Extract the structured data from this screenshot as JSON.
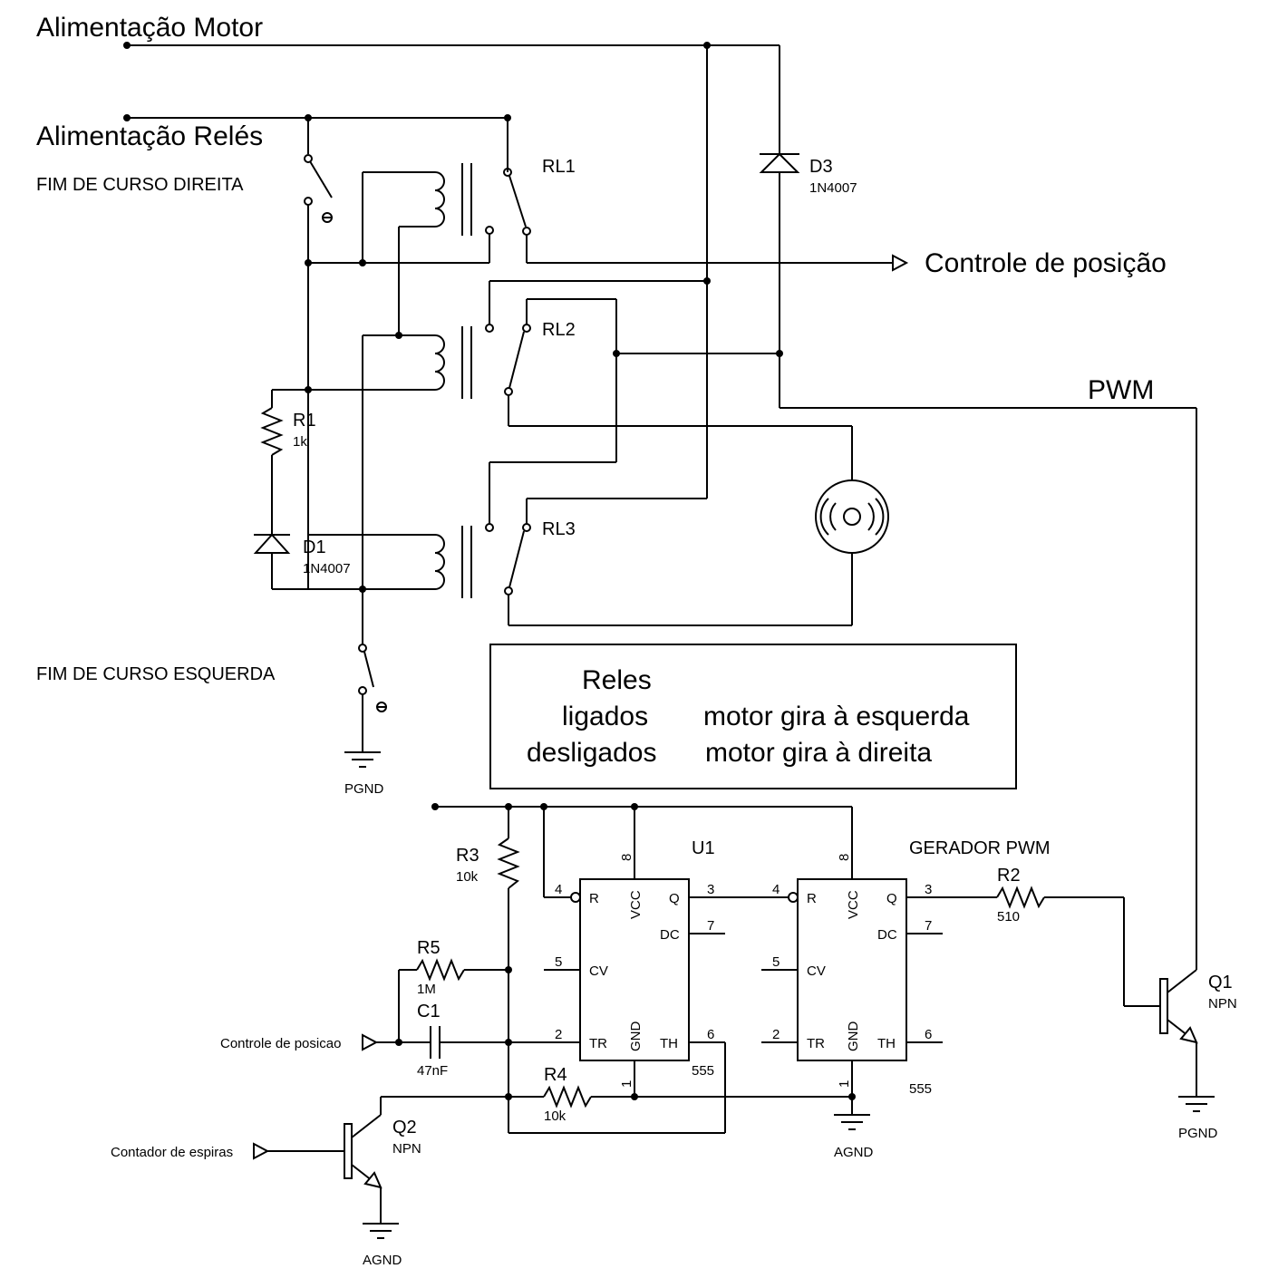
{
  "labels": {
    "motor_supply": "Alimentação Motor",
    "relay_supply": "Alimentação Relés",
    "limit_right": "FIM DE CURSO DIREITA",
    "limit_left": "FIM DE CURSO ESQUERDA",
    "position_out": "Controle de posição",
    "pwm": "PWM",
    "pwm_gen": "GERADOR PWM",
    "pos_in": "Controle de posicao",
    "counter_in": "Contador de espiras",
    "pgnd1": "PGND",
    "pgnd2": "PGND",
    "agnd1": "AGND",
    "agnd2": "AGND"
  },
  "components": {
    "rl1": "RL1",
    "rl2": "RL2",
    "rl3": "RL3",
    "d3": "D3",
    "d3_val": "1N4007",
    "d1": "D1",
    "d1_val": "1N4007",
    "r1": "R1",
    "r1_val": "1k",
    "r2": "R2",
    "r2_val": "510",
    "r3": "R3",
    "r3_val": "10k",
    "r4": "R4",
    "r4_val": "10k",
    "r5": "R5",
    "r5_val": "1M",
    "c1": "C1",
    "c1_val": "47nF",
    "q1": "Q1",
    "q1_val": "NPN",
    "q2": "Q2",
    "q2_val": "NPN",
    "u1": "U1",
    "ic1_val": "555",
    "ic2_val": "555"
  },
  "ic_pins": {
    "r": "R",
    "vcc": "VCC",
    "q": "Q",
    "dc": "DC",
    "cv": "CV",
    "tr": "TR",
    "gnd": "GND",
    "th": "TH",
    "n4": "4",
    "n8": "8",
    "n3": "3",
    "n7": "7",
    "n5": "5",
    "n2": "2",
    "n1": "1",
    "n6": "6"
  },
  "legend_box": {
    "header": "Reles",
    "row1_state": "ligados",
    "row1_effect": "motor gira à esquerda",
    "row2_state": "desligados",
    "row2_effect": "motor gira à direita"
  }
}
